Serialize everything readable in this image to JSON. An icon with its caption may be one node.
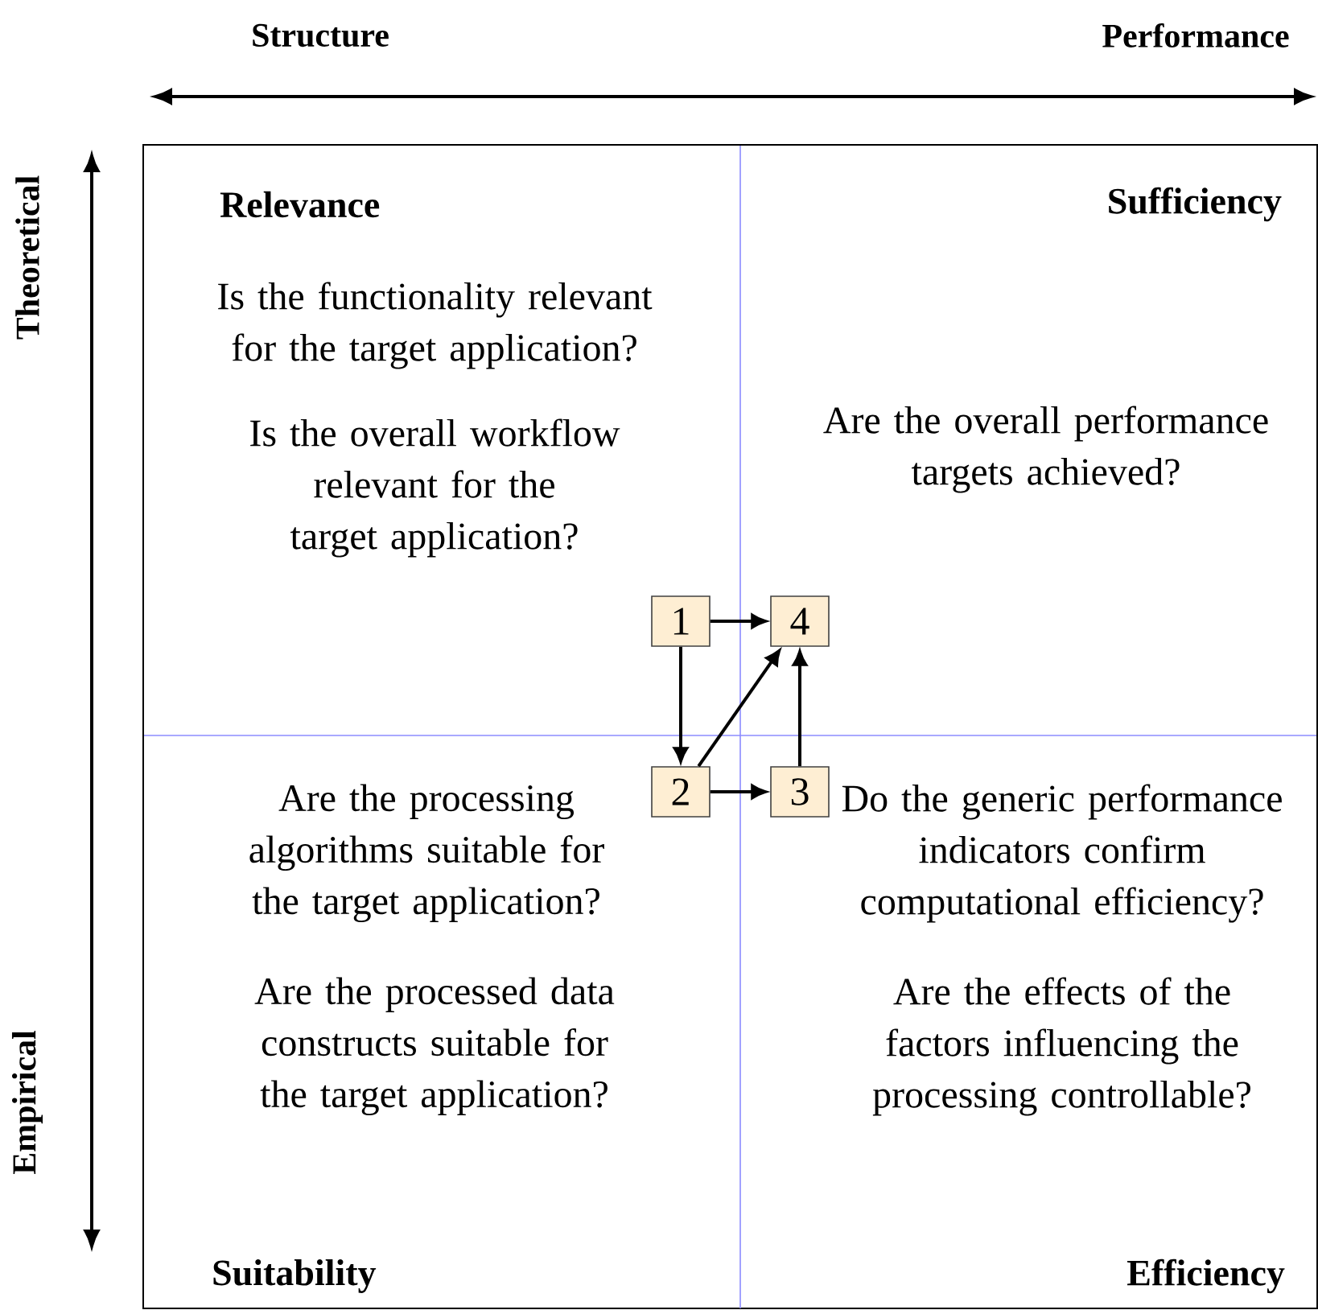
{
  "diagram": {
    "nodes": [
      {
        "text": [
          "Relevance",
          "Is the functionality relevant for the target application?",
          "Is the overall workflow relevant for the target application?"
        ]
      },
      {
        "text": [
          "Sufficiency",
          "Are the overall performance targets achieved?"
        ]
      },
      {
        "text": [
          "Are the processing algorithms suitable for the target application?",
          "Are the processed data constructs suitable for the target application?",
          "Suitability"
        ]
      },
      {
        "text": [
          "Do the generic performance indicators confirm computational efficiency?",
          "Are the effects of the factors influencing the processing controllable?",
          "Efficiency"
        ]
      },
      {
        "text": [
          "1"
        ]
      },
      {
        "text": [
          "4"
        ]
      },
      {
        "text": [
          "2"
        ]
      },
      {
        "text": [
          "3"
        ]
      }
    ],
    "edges": [
      {
        "from": 4,
        "to": 5,
        "arrow": "to"
      },
      {
        "from": 4,
        "to": 6,
        "arrow": "to"
      },
      {
        "from": 6,
        "to": 5,
        "arrow": "to"
      },
      {
        "from": 6,
        "to": 7,
        "arrow": "to"
      },
      {
        "from": 7,
        "to": 5,
        "arrow": "to"
      }
    ],
    "labels": [
      "Structure",
      "Performance",
      "Theoretical",
      "Empirical"
    ]
  }
}
